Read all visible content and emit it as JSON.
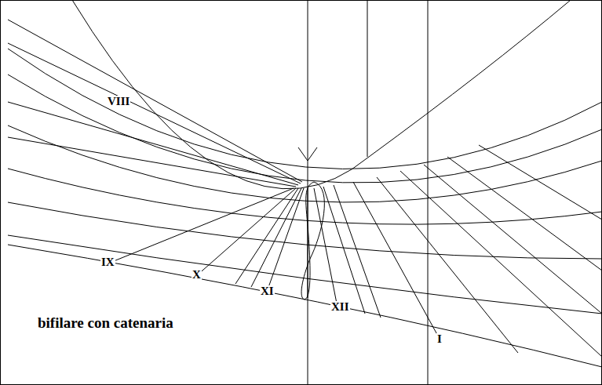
{
  "diagram": {
    "labels": [
      "VIII",
      "IX",
      "X",
      "XI",
      "XII",
      "I",
      "bifilare con catenaria"
    ]
  }
}
